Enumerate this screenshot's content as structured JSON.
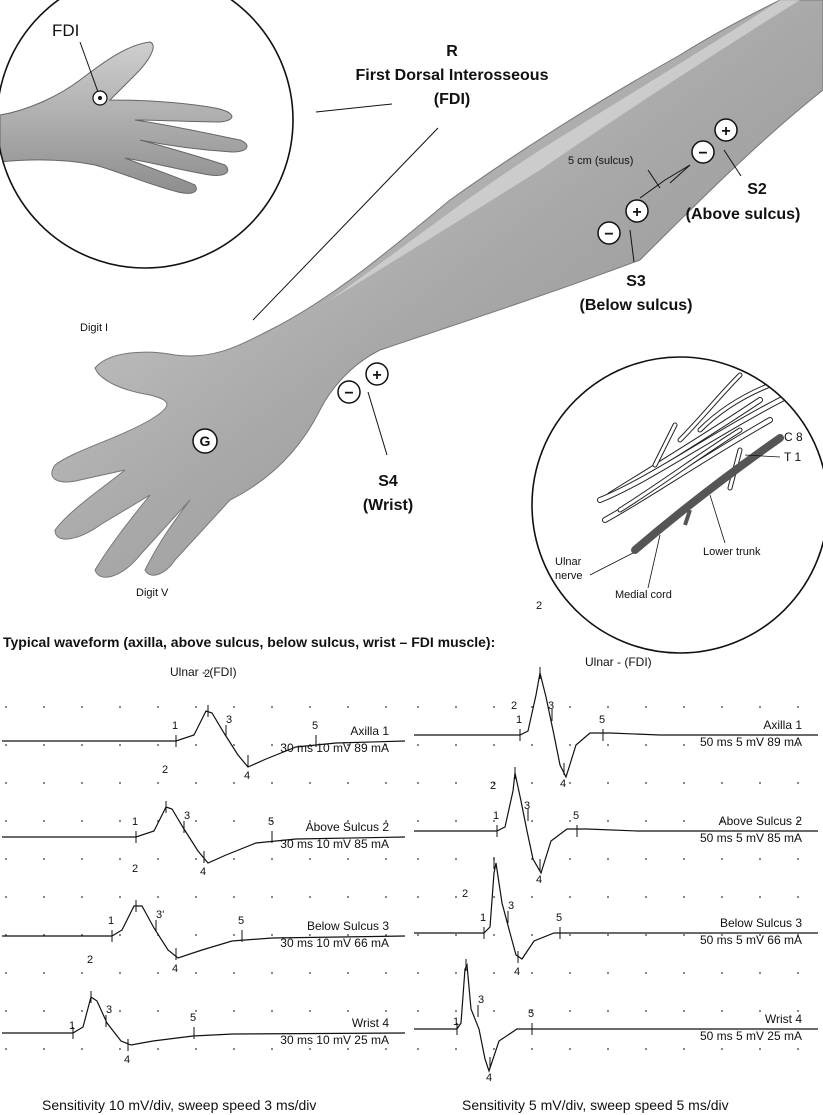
{
  "figure": {
    "muscle_label_r": "R",
    "muscle_label_name": "First Dorsal Interosseous",
    "muscle_label_abbr": "(FDI)",
    "fdi_label": "FDI",
    "ground_label": "G",
    "digit_1_label": "Digit I",
    "digit_5_label": "Digit V",
    "distance_label": "5 cm (sulcus)",
    "s2_label": "S2",
    "s2_sub": "(Above sulcus)",
    "s3_label": "S3",
    "s3_sub": "(Below sulcus)",
    "s4_label": "S4",
    "s4_sub": "(Wrist)",
    "plus": "+",
    "minus": "−",
    "plexus": {
      "c8": "C 8",
      "t1": "T 1",
      "lower_trunk": "Lower trunk",
      "ulnar_line1": "Ulnar",
      "ulnar_line2": "nerve",
      "medial_cord": "Medial cord"
    }
  },
  "waveform_heading": "Typical waveform (axilla, above sulcus, below sulcus, wrist – FDI muscle):",
  "panels": [
    {
      "title": "Ulnar - (FDI)",
      "footer": "Sensitivity 10 mV/div, sweep speed 3 ms/div",
      "traces": [
        {
          "name": "Axilla 1",
          "settings": "30 ms 10 mV 89 mA"
        },
        {
          "name": "Above Sulcus 2",
          "settings": "30 ms 10 mV 85 mA"
        },
        {
          "name": "Below Sulcus 3",
          "settings": "30 ms 10 mV 66 mA"
        },
        {
          "name": "Wrist 4",
          "settings": "30 ms 10 mV 25 mA"
        }
      ]
    },
    {
      "title": "Ulnar - (FDI)",
      "footer": "Sensitivity 5 mV/div, sweep speed 5 ms/div",
      "traces": [
        {
          "name": "Axilla 1",
          "settings": "50 ms 5 mV 89 mA"
        },
        {
          "name": "Above Sulcus 2",
          "settings": "50 ms 5 mV 85 mA"
        },
        {
          "name": "Below Sulcus 3",
          "settings": "50 ms 5 mV 66 mA"
        },
        {
          "name": "Wrist 4",
          "settings": "50 ms 5 mV 25 mA"
        }
      ]
    }
  ],
  "marker_labels": [
    "1",
    "2",
    "3",
    "4",
    "5"
  ],
  "marker_labels_alt": [
    "1",
    "2",
    "3'",
    "4",
    "5"
  ]
}
